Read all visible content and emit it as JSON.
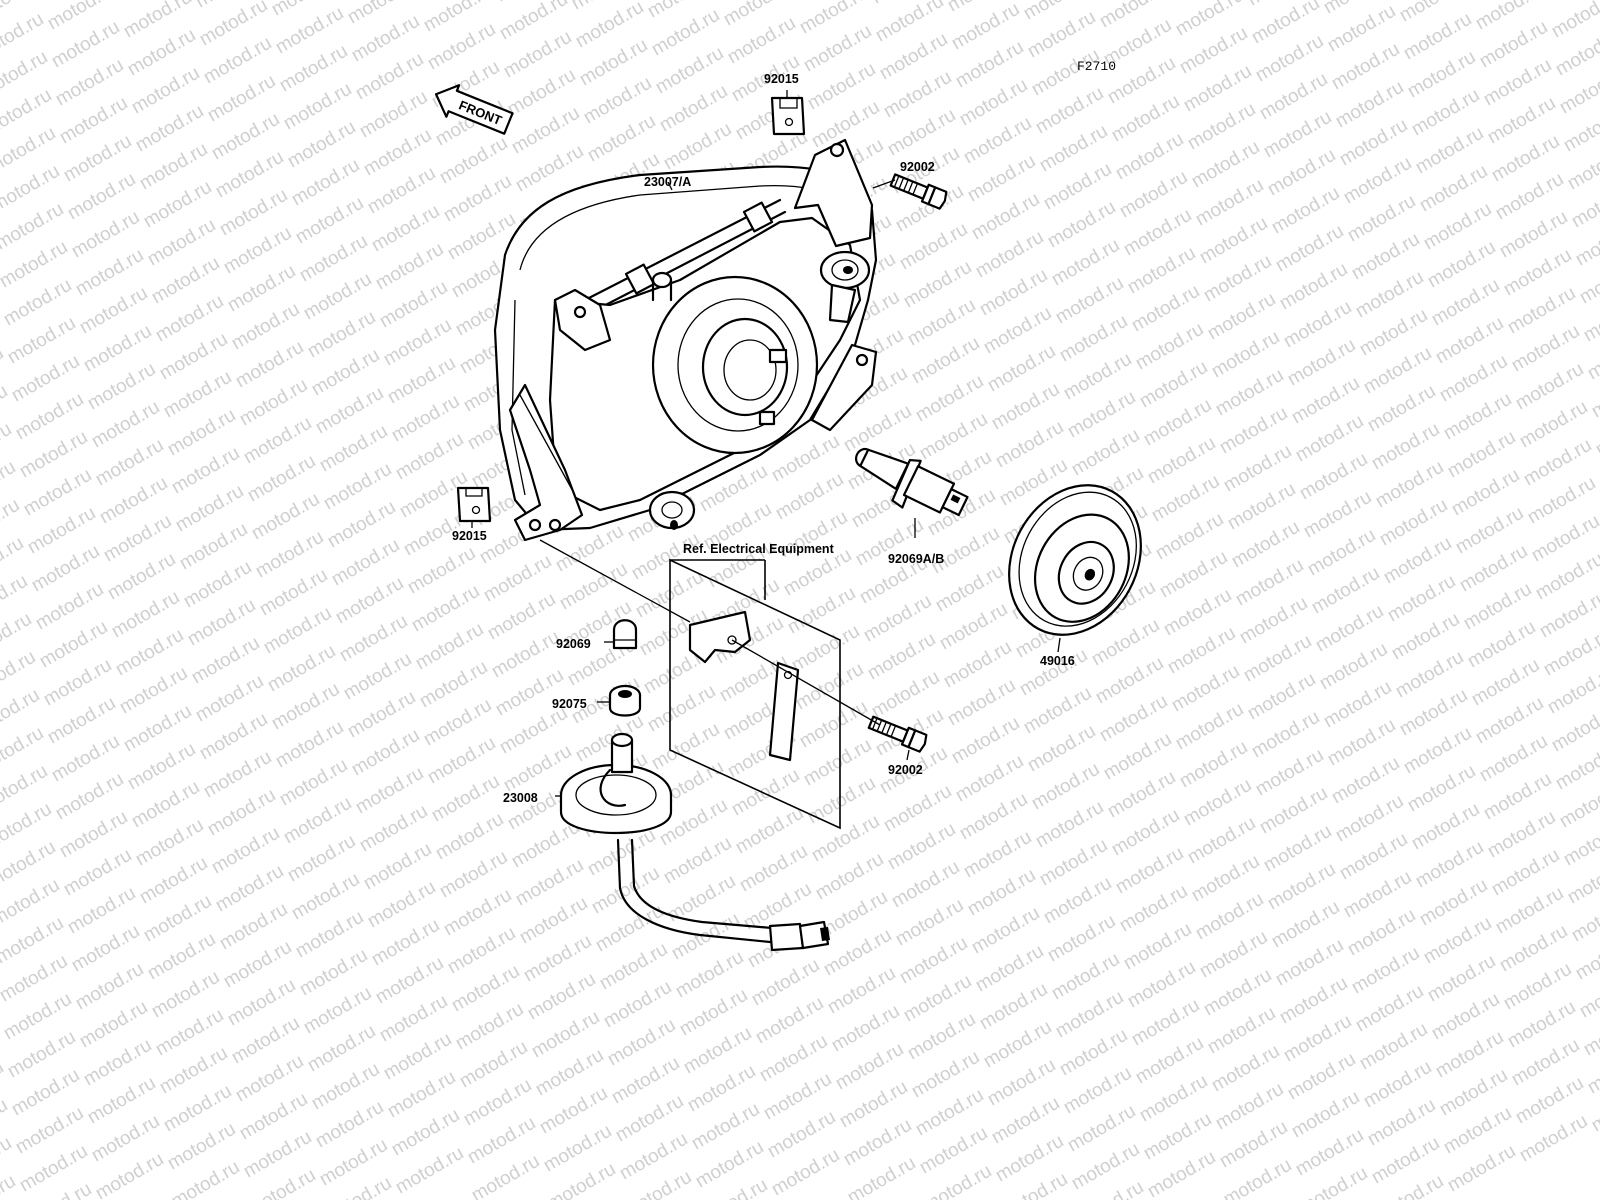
{
  "diagram": {
    "code": "F2710",
    "front_label": "FRONT",
    "ref_label": "Ref. Electrical Equipment",
    "watermark_text": "motod.ru",
    "parts": [
      {
        "id": "p-92015-top",
        "label": "92015"
      },
      {
        "id": "p-92002-top",
        "label": "92002"
      },
      {
        "id": "p-23007",
        "label": "23007/A"
      },
      {
        "id": "p-92015-left",
        "label": "92015"
      },
      {
        "id": "p-92069ab",
        "label": "92069A/B"
      },
      {
        "id": "p-49016",
        "label": "49016"
      },
      {
        "id": "p-92069",
        "label": "92069"
      },
      {
        "id": "p-92075",
        "label": "92075"
      },
      {
        "id": "p-92002-bottom",
        "label": "92002"
      },
      {
        "id": "p-23008",
        "label": "23008"
      }
    ]
  }
}
